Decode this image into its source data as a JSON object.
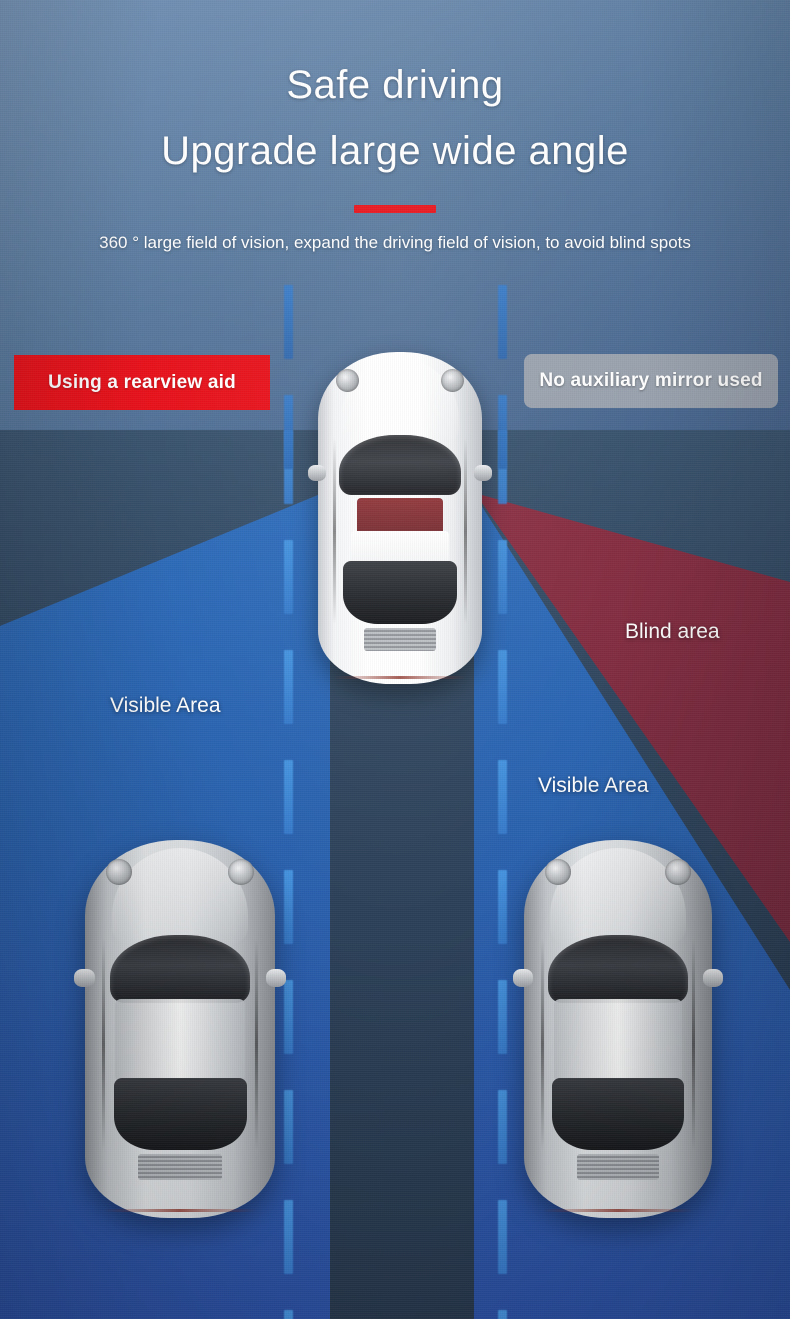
{
  "header": {
    "title_line1": "Safe driving",
    "title_line2": "Upgrade large wide angle",
    "subtitle": "360 ° large field of vision, expand the driving field of vision, to avoid blind spots",
    "accent_color": "#e8121b"
  },
  "badges": {
    "left": {
      "label": "Using a rearview aid",
      "background": "#e8121b",
      "text_color": "#ffffff"
    },
    "right": {
      "label": "No auxiliary mirror used",
      "background": "rgba(175,178,182,0.78)",
      "text_color": "#ffffff"
    }
  },
  "scene": {
    "labels": {
      "visible_left": "Visible Area",
      "blind": "Blind area",
      "visible_right": "Visible Area"
    },
    "colors": {
      "visible_area": "#2a62ae",
      "blind_area": "#7e2c40",
      "road": "#2b3f57",
      "lane_dash": "#3d83d2",
      "background_top": "#6f90b4",
      "background_bottom": "#33506f"
    },
    "vehicles": {
      "hero": "white-sports-car-top-view",
      "left": "silver-sports-car-top-view",
      "right": "silver-sports-car-top-view"
    }
  }
}
